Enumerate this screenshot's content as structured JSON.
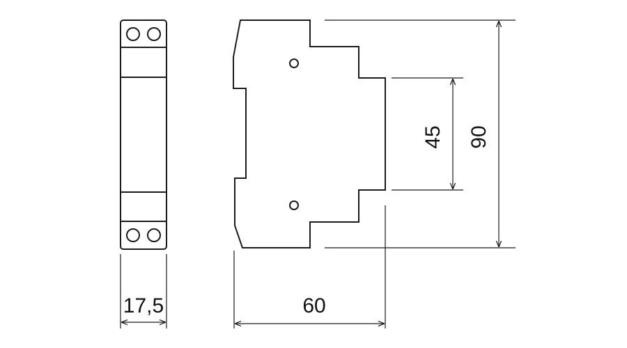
{
  "dimensions": {
    "width_label": "17,5",
    "depth_label": "60",
    "rail_height_label": "45",
    "height_label": "90"
  },
  "colors": {
    "line": "#1a1a1a",
    "background": "#ffffff"
  }
}
